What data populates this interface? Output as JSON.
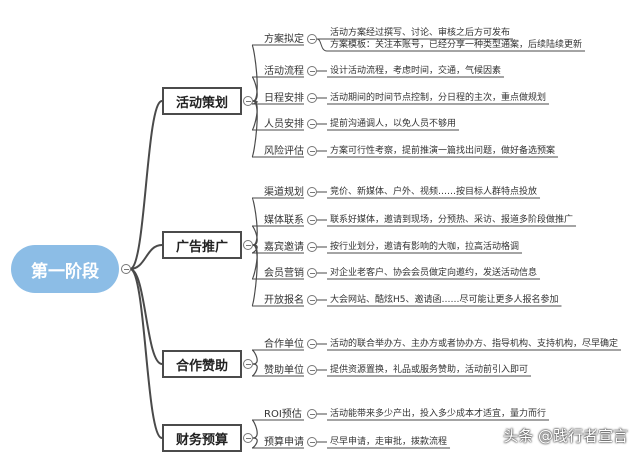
{
  "root": {
    "label": "第一阶段"
  },
  "branches": [
    {
      "label": "活动策划",
      "items": [
        {
          "label": "方案拟定",
          "details": [
            "活动方案经过撰写、讨论、审核之后方可发布",
            "方案模板：关注本账号，已经分享一种类型通案，后续陆续更新"
          ]
        },
        {
          "label": "活动流程",
          "details": [
            "设计活动流程，考虑时间，交通，气候因素"
          ]
        },
        {
          "label": "日程安排",
          "details": [
            "活动期间的时间节点控制，分日程的主次，重点做规划"
          ]
        },
        {
          "label": "人员安排",
          "details": [
            "提前沟通调人，以免人员不够用"
          ]
        },
        {
          "label": "风险评估",
          "details": [
            "方案可行性考察，提前推演一篇找出问题，做好备选预案"
          ]
        }
      ]
    },
    {
      "label": "广告推广",
      "items": [
        {
          "label": "渠道规划",
          "details": [
            "竞价、新媒体、户外、视频……按目标人群特点投放"
          ]
        },
        {
          "label": "媒体联系",
          "details": [
            "联系好媒体，邀请到现场，分预热、采访、报道多阶段做推广"
          ]
        },
        {
          "label": "嘉宾邀请",
          "details": [
            "按行业划分，邀请有影响的大咖，拉高活动格调"
          ]
        },
        {
          "label": "会员营销",
          "details": [
            "对企业老客户、协会会员做定向邀约，发送活动信息"
          ]
        },
        {
          "label": "开放报名",
          "details": [
            "大会网站、酷炫H5、邀请函……尽可能让更多人报名参加"
          ]
        }
      ]
    },
    {
      "label": "合作赞助",
      "items": [
        {
          "label": "合作单位",
          "details": [
            "活动的联合举办方、主办方或者协办方、指导机构、支持机构，尽早确定"
          ]
        },
        {
          "label": "赞助单位",
          "details": [
            "提供资源置换，礼品或服务赞助，活动前引入即可"
          ]
        }
      ]
    },
    {
      "label": "财务预算",
      "items": [
        {
          "label": "ROI预估",
          "details": [
            "活动能带来多少产出，投入多少成本才适宜，量力而行"
          ]
        },
        {
          "label": "预算申请",
          "details": [
            "尽早申请，走审批，拨款流程"
          ]
        }
      ]
    }
  ],
  "watermark": "头条 @践行者宣言"
}
